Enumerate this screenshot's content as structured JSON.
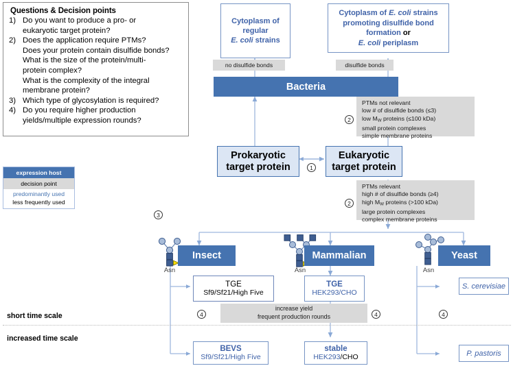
{
  "questions": {
    "title": "Questions & Decision points",
    "items": [
      {
        "num": "1)",
        "lines": [
          "Do you want to produce a pro- or",
          "eukaryotic target protein?"
        ]
      },
      {
        "num": "2)",
        "lines": [
          "Does the application require PTMs?",
          "Does your protein contain disulfide bonds?",
          "What is the size of the protein/multi-",
          "protein complex?",
          " What is the complexity of the integral",
          " membrane protein?"
        ]
      },
      {
        "num": "3)",
        "lines": [
          "Which type of glycosylation is required?"
        ]
      },
      {
        "num": "4)",
        "lines": [
          "Do you require higher production",
          "yields/multiple expression rounds?"
        ]
      }
    ]
  },
  "legend": {
    "expression_host": "expression host",
    "decision_point": "decision point",
    "predominantly_used": "predominantly used",
    "less_frequently_used": "less frequently used"
  },
  "top": {
    "cyto_regular": {
      "l1": "Cytoplasm of",
      "l2": "regular",
      "l3_it": "E. coli",
      "l3_rest": " strains"
    },
    "cyto_disulfide": {
      "l1_pre": "Cytoplasm of ",
      "l1_it": "E. coli",
      "l1_post": " strains",
      "l2": "promoting disulfide bond",
      "l3": "formation ",
      "l3_or": "or",
      "l4_it": "E. coli",
      "l4_rest": " periplasm"
    },
    "tag_no_disulfide": "no disulfide bonds",
    "tag_disulfide": "disulfide bonds",
    "bacteria": "Bacteria"
  },
  "criteria_prok": {
    "lines": [
      "PTMs not relevant",
      "low # of disulfide bonds (≤3)",
      "low M",
      "proteins (≤100 kDa)",
      "small protein complexes",
      "simple membrane proteins"
    ],
    "l3_pre": "low M",
    "l3_sub": "W",
    "l3_post": " proteins (≤100 kDa)",
    "marker": "2"
  },
  "criteria_euk": {
    "l1": "PTMs relevant",
    "l2": "high # of disulfide bonds (≥4)",
    "l3_pre": "high M",
    "l3_sub": "W",
    "l3_post": " proteins (>100 kDa)",
    "l4": "large protein complexes",
    "l5": "complex membrane proteins",
    "marker": "2"
  },
  "targets": {
    "prokaryotic": {
      "l1": "Prokaryotic",
      "l2": "target protein"
    },
    "eukaryotic": {
      "l1": "Eukaryotic",
      "l2": "target protein"
    },
    "marker_1": "1",
    "marker_3": "3"
  },
  "hosts": {
    "insect": "Insect",
    "mammalian": "Mammalian",
    "yeast": "Yeast",
    "asn": "Asn"
  },
  "outputs": {
    "insect_tge": {
      "l1": "TGE",
      "l2": "Sf9/Sf21/High Five"
    },
    "mammalian_tge": {
      "l1": "TGE",
      "l2": "HEK293/CHO"
    },
    "s_cerevisiae": "S. cerevisiae",
    "insect_bevs": {
      "l1": "BEVS",
      "l2": "Sf9/Sf21/High Five"
    },
    "mammalian_stable": {
      "l1": "stable",
      "l2_blue": "HEK293",
      "l2_black": "/CHO"
    },
    "p_pastoris": "P. pastoris",
    "increase_yield": {
      "l1": "increase yield",
      "l2": "frequent production rounds"
    },
    "marker_4": "4"
  },
  "timescale": {
    "short": "short time scale",
    "increased": "increased time scale"
  },
  "colors": {
    "host_blue": "#4573b0",
    "text_blue": "#3f62a8",
    "line_blue": "#9db7dd",
    "grey_box": "#d9d9d9",
    "target_fill": "#dce6f4"
  }
}
